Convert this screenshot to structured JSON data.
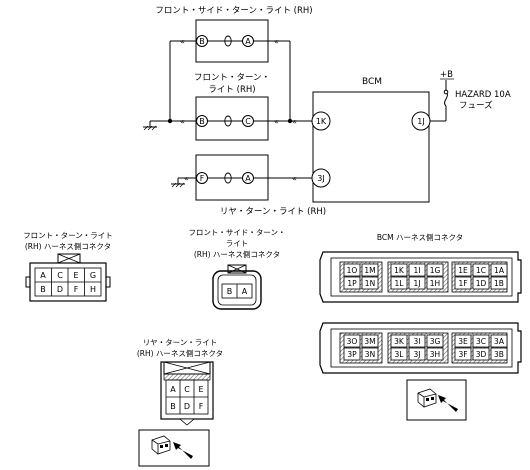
{
  "schematic": {
    "front_side_turn_light_rh": "フロント・サイド・ターン・ライト (RH)",
    "front_turn_light_rh_line1": "フロント・ターン・",
    "front_turn_light_rh_line2": "ライト (RH)",
    "rear_turn_light_rh": "リヤ・ターン・ライト (RH)",
    "bcm_title": "BCM",
    "bcm_pins": [
      "1K",
      "1J",
      "3J"
    ],
    "fuse_power": "+B",
    "fuse_name": "HAZARD 10A",
    "fuse_label": "フューズ",
    "lamp_pins_side": [
      "B",
      "A"
    ],
    "lamp_pins_front": [
      "B",
      "C"
    ],
    "lamp_pins_rear": [
      "F",
      "A"
    ]
  },
  "connectors": {
    "front_turn": {
      "title_line1": "フロント・ターン・ライト",
      "title_line2": "(RH) ハーネス側コネクタ",
      "pins_row1": [
        "A",
        "C",
        "E",
        "G"
      ],
      "pins_row2": [
        "B",
        "D",
        "F",
        "H"
      ]
    },
    "front_side_turn": {
      "title_line1": "フロント・サイド・ターン・",
      "title_line2": "ライト",
      "title_line3": "(RH) ハーネス側コネクタ",
      "pins": [
        "B",
        "A"
      ]
    },
    "bcm": {
      "title": "BCM ハーネス側コネクタ",
      "upper_row1": [
        "1O",
        "1M",
        "1K",
        "1I",
        "1G",
        "1E",
        "1C",
        "1A"
      ],
      "upper_row2": [
        "1P",
        "1N",
        "1L",
        "1J",
        "1H",
        "1F",
        "1D",
        "1B"
      ],
      "lower_row1": [
        "3O",
        "3M",
        "3K",
        "3I",
        "3G",
        "3E",
        "3C",
        "3A"
      ],
      "lower_row2": [
        "3P",
        "3N",
        "3L",
        "3J",
        "3H",
        "3F",
        "3D",
        "3B"
      ]
    },
    "rear_turn": {
      "title_line1": "リヤ・ターン・ライト",
      "title_line2": "(RH) ハーネス側コネクタ",
      "pins_row1": [
        "A",
        "C",
        "E"
      ],
      "pins_row2": [
        "B",
        "D",
        "F"
      ]
    }
  }
}
